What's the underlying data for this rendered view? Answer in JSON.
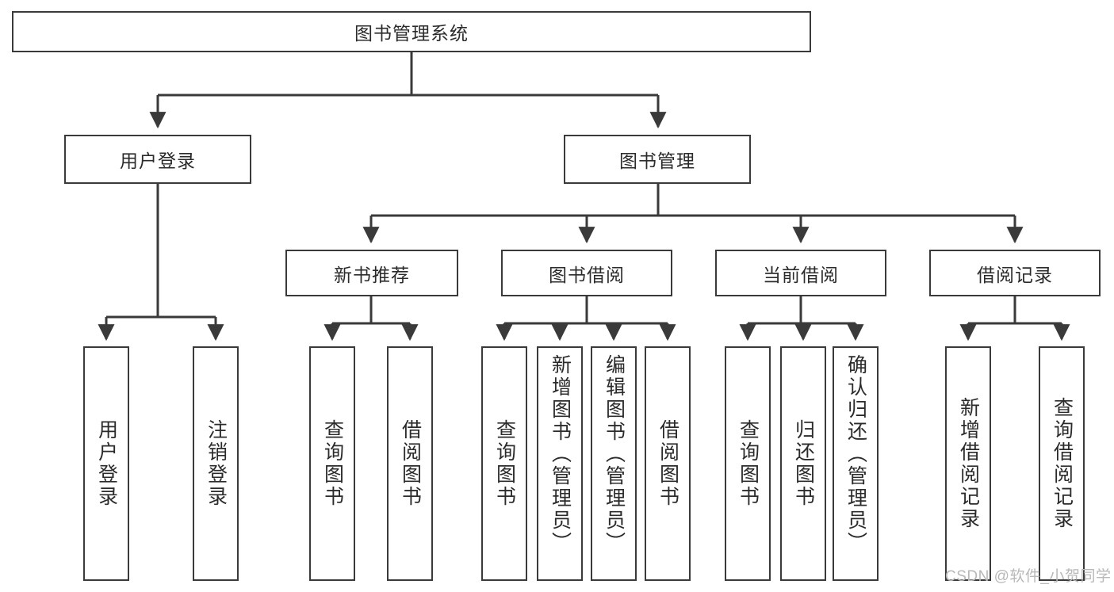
{
  "diagram": {
    "type": "tree-hierarchy",
    "title": "图书管理系统",
    "orientation": "top-down",
    "watermark": "CSDN @软件_小贺同学",
    "colors": {
      "box_border": "#3a3a3a",
      "box_fill": "#ffffff",
      "text": "#2b2b2b",
      "connector": "#3a3a3a",
      "watermark": "#b8b8b8",
      "background": "#ffffff"
    },
    "levels": {
      "root": {
        "label": "图书管理系统"
      },
      "level2": [
        {
          "label": "用户登录"
        },
        {
          "label": "图书管理"
        }
      ],
      "level3": [
        {
          "label": "新书推荐"
        },
        {
          "label": "图书借阅"
        },
        {
          "label": "当前借阅"
        },
        {
          "label": "借阅记录"
        }
      ],
      "leaves": {
        "user_login": [
          {
            "label": "用户登录"
          },
          {
            "label": "注销登录"
          }
        ],
        "new_book_recommend": [
          {
            "label": "查询图书"
          },
          {
            "label": "借阅图书"
          }
        ],
        "book_borrow": [
          {
            "label": "查询图书"
          },
          {
            "label": "新增图书（管理员）"
          },
          {
            "label": "编辑图书（管理员）"
          },
          {
            "label": "借阅图书"
          }
        ],
        "current_borrow": [
          {
            "label": "查询图书"
          },
          {
            "label": "归还图书"
          },
          {
            "label": "确认归还（管理员）"
          }
        ],
        "borrow_record": [
          {
            "label": "新增借阅记录"
          },
          {
            "label": "查询借阅记录"
          }
        ]
      }
    }
  }
}
